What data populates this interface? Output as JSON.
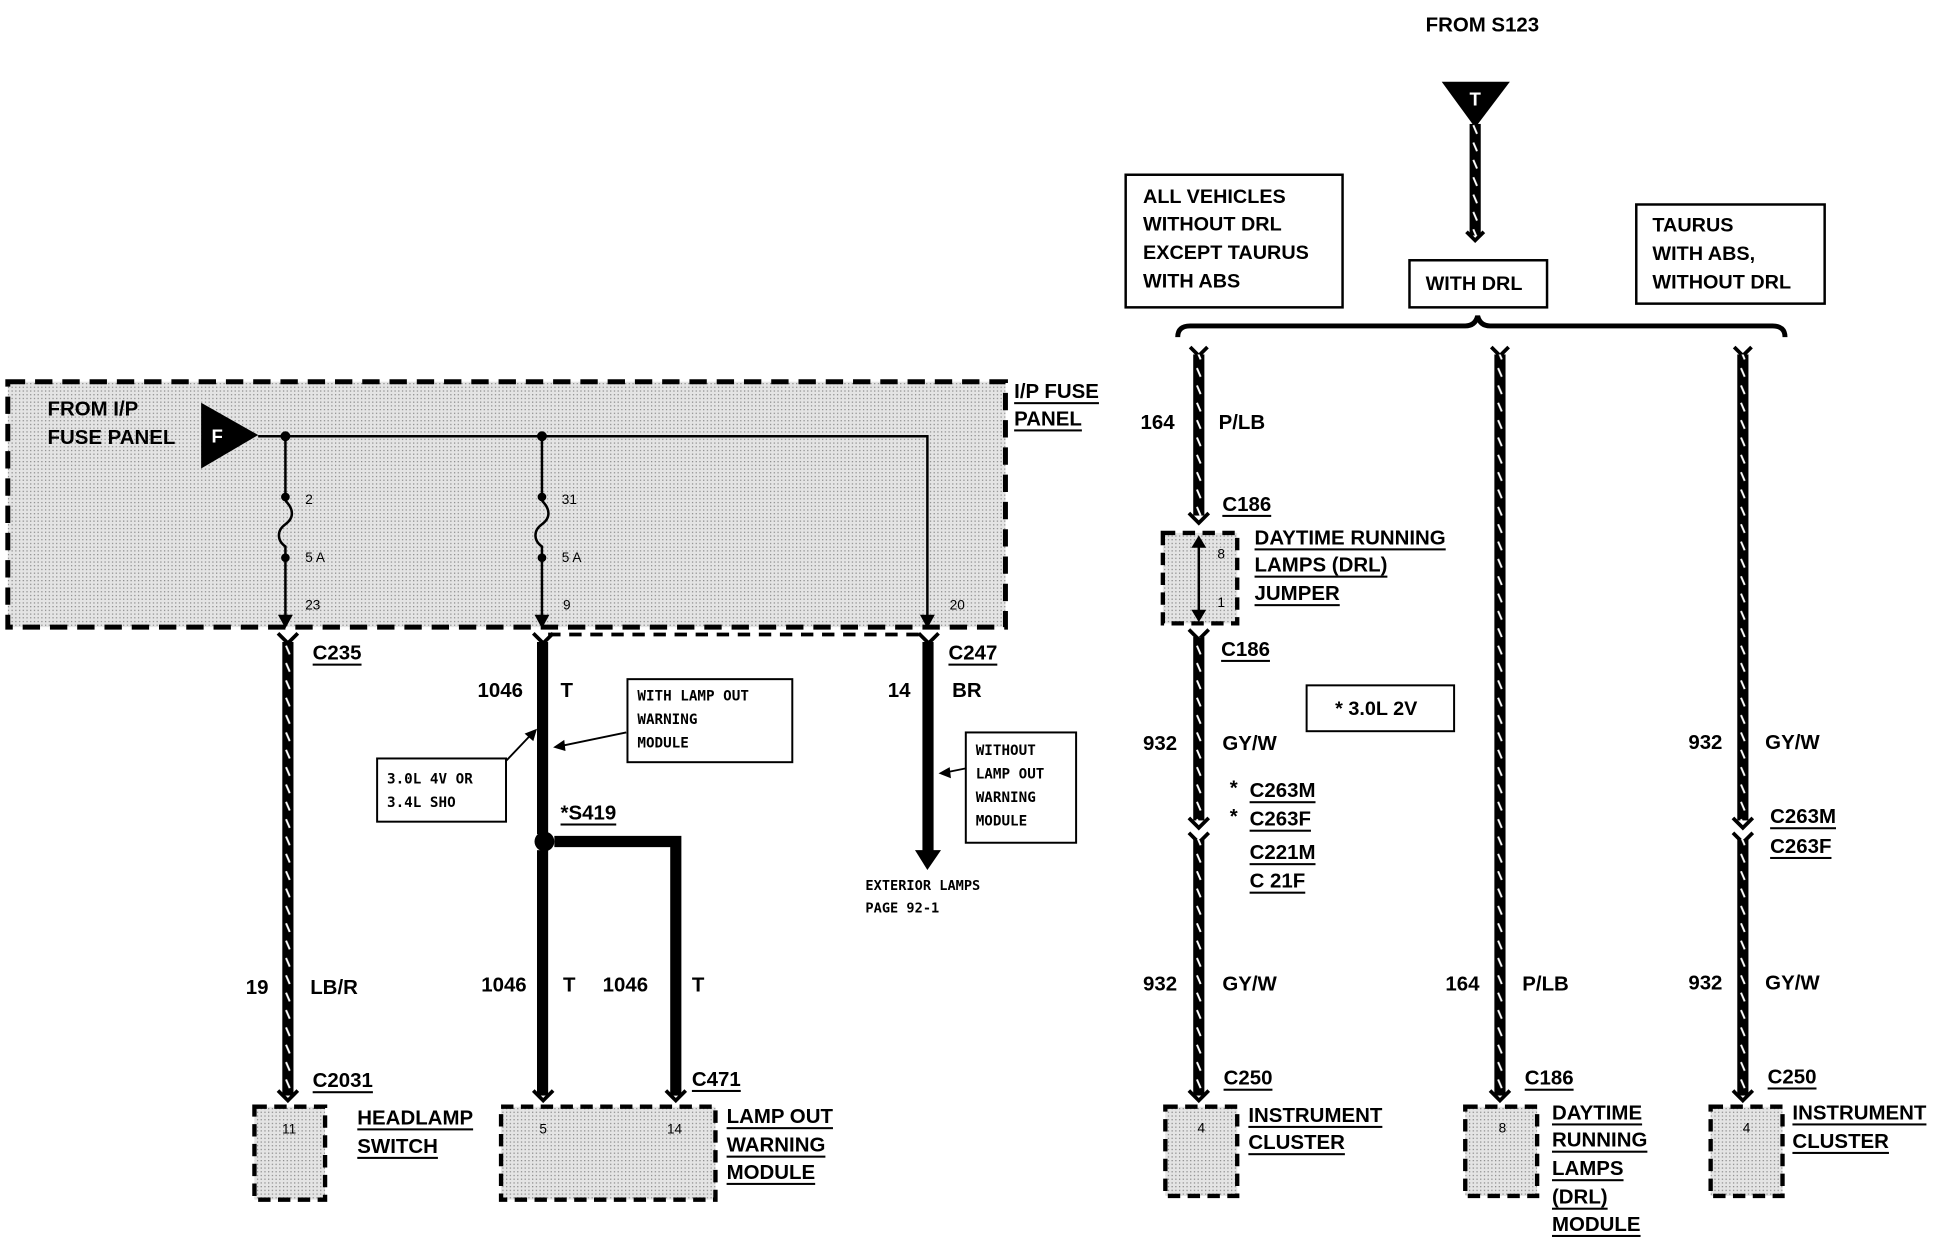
{
  "top": {
    "from_label": "FROM S123",
    "tee_letter": "T"
  },
  "condition_boxes": {
    "all_vehicles": [
      "ALL VEHICLES",
      "WITHOUT DRL",
      "EXCEPT TAURUS",
      "WITH ABS"
    ],
    "with_drl": "WITH DRL",
    "taurus": [
      "TAURUS",
      "WITH ABS,",
      "WITHOUT DRL"
    ]
  },
  "fuse_panel": {
    "source": [
      "FROM I/P",
      "FUSE PANEL"
    ],
    "source_letter": "F",
    "name": [
      "I/P FUSE",
      "PANEL"
    ],
    "fuses": [
      {
        "in_pin": "2",
        "rating": "5 A",
        "out_pin": "23"
      },
      {
        "in_pin": "31",
        "rating": "5 A",
        "out_pin": "9"
      }
    ],
    "direct_pin": "20"
  },
  "left_section": {
    "connector_c235": "C235",
    "connector_c247": "C247",
    "wire_1046_upper": {
      "circuit": "1046",
      "color": "T"
    },
    "wire_14": {
      "circuit": "14",
      "color": "BR"
    },
    "note_with_lampout": [
      "WITH LAMP OUT",
      "WARNING",
      "MODULE"
    ],
    "note_engine": [
      "3.0L 4V OR",
      "3.4L SHO"
    ],
    "splice": "*S419",
    "note_without_lampout": [
      "WITHOUT",
      "LAMP OUT",
      "WARNING",
      "MODULE"
    ],
    "exterior_ref": [
      "EXTERIOR LAMPS",
      "PAGE 92-1"
    ],
    "wire_19": {
      "circuit": "19",
      "color": "LB/R"
    },
    "wire_1046_a": {
      "circuit": "1046",
      "color": "T"
    },
    "wire_1046_b": {
      "circuit": "1046",
      "color": "T"
    },
    "connector_c2031": "C2031",
    "connector_c471": "C471",
    "headlamp_switch": {
      "pin": "11",
      "name": [
        "HEADLAMP",
        "SWITCH"
      ]
    },
    "lamp_out_module": {
      "pins": [
        "5",
        "14"
      ],
      "name": [
        "LAMP OUT",
        "WARNING",
        "MODULE"
      ]
    }
  },
  "right_section": {
    "left_column": {
      "wire_top": {
        "circuit": "164",
        "color": "P/LB"
      },
      "connector_top": "C186",
      "jumper": {
        "pins": [
          "8",
          "1"
        ],
        "name": [
          "DAYTIME RUNNING",
          "LAMPS (DRL)",
          "JUMPER"
        ]
      },
      "connector_mid": "C186",
      "wire_mid": {
        "circuit": "932",
        "color": "GY/W"
      },
      "star": "*",
      "inline_connectors": [
        "C263M",
        "C263F",
        "C221M",
        "C 21F"
      ],
      "wire_low": {
        "circuit": "932",
        "color": "GY/W"
      },
      "connector_bottom": "C250",
      "cluster": {
        "pin": "4",
        "name": [
          "INSTRUMENT",
          "CLUSTER"
        ]
      }
    },
    "engine_note": "* 3.0L 2V",
    "middle_column": {
      "wire": {
        "circuit": "164",
        "color": "P/LB"
      },
      "connector_bottom": "C186",
      "module": {
        "pin": "8",
        "name": [
          "DAYTIME",
          "RUNNING",
          "LAMPS",
          "(DRL)",
          "MODULE"
        ]
      }
    },
    "right_column": {
      "wire_mid": {
        "circuit": "932",
        "color": "GY/W"
      },
      "inline_connectors": [
        "C263M",
        "C263F"
      ],
      "wire_low": {
        "circuit": "932",
        "color": "GY/W"
      },
      "connector_bottom": "C250",
      "cluster": {
        "pin": "4",
        "name": [
          "INSTRUMENT",
          "CLUSTER"
        ]
      }
    }
  }
}
